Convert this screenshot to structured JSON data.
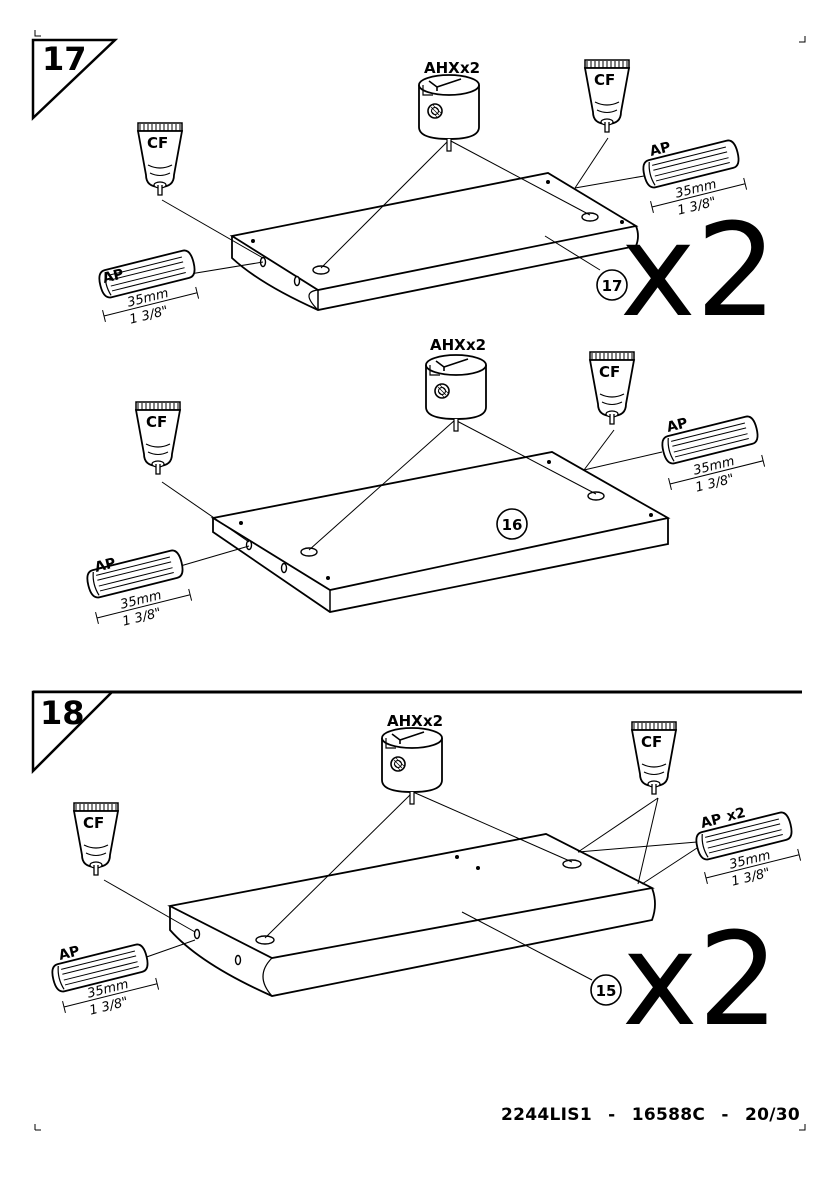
{
  "steps": [
    {
      "number": "17",
      "multiplier": "x2"
    },
    {
      "number": "18",
      "multiplier": "x2"
    }
  ],
  "hardware": {
    "cam_lock": "AHX",
    "cam_lock_qty": "x2",
    "glue": "CF",
    "dowel": "AP",
    "dowel_qty": "x2",
    "dowel_length_mm": "35mm",
    "dowel_length_in": "1 3/8\""
  },
  "parts": {
    "panel_a": "17",
    "panel_b": "16",
    "panel_c": "15"
  },
  "footer": {
    "doc_code": "2244LIS1",
    "ref_code": "16588C",
    "page": "20/30",
    "separator": "-"
  }
}
